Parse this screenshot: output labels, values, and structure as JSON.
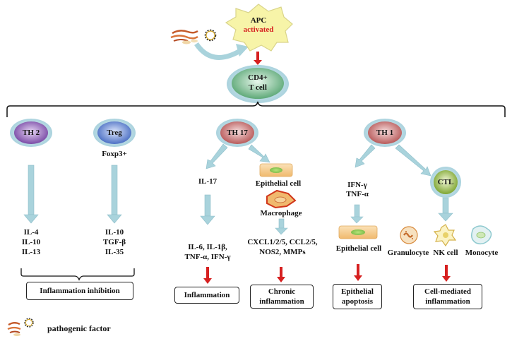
{
  "apc": {
    "line1": "APC",
    "line2": "activated"
  },
  "cd4": {
    "line1": "CD4+",
    "line2": "T cell"
  },
  "cells": {
    "th2": "TH 2",
    "treg": "Treg",
    "th17": "TH 17",
    "th1": "TH 1",
    "ctl": "CTL"
  },
  "labels": {
    "foxp3": "Foxp3+",
    "il17": "IL-17",
    "epithelial_th17": "Epithelial cell",
    "macrophage": "Macrophage",
    "ifn_gamma": "IFN-γ",
    "tnf_alpha": "TNF-α",
    "th2_cytokines": [
      "IL-4",
      "IL-10",
      "IL-13"
    ],
    "treg_cytokines": [
      "IL-10",
      "TGF-β",
      "IL-35"
    ],
    "th17_cytokines": [
      "IL-6, IL-1β,",
      "TNF-α, IFN-γ"
    ],
    "th17_chemokines": [
      "CXCL1/2/5, CCL2/5,",
      "NOS2, MMPs"
    ],
    "epithelial_th1": "Epithelial cell",
    "granulocyte": "Granulocyte",
    "nk_cell": "NK cell",
    "monocyte": "Monocyte"
  },
  "outcomes": {
    "inhibition": "Inflammation inhibition",
    "inflammation": "Inflammation",
    "chronic": [
      "Chronic",
      "inflammation"
    ],
    "apoptosis": [
      "Epithelial",
      "apoptosis"
    ],
    "cell_mediated": [
      "Cell-mediated",
      "inflammation"
    ]
  },
  "legend": {
    "label": "pathogenic factor"
  },
  "colors": {
    "arrow_light": "#a9d3dc",
    "arrow_red": "#d62020",
    "apc_fill": "#f7f4a8",
    "activated_text": "#d62020",
    "cd4_fill": "#8fcfa3",
    "th2_fill": "#9b6cc0",
    "treg_fill": "#6f90d8",
    "th17_fill": "#d07a7a",
    "th1_fill": "#d07a7a",
    "ctl_fill": "#9bc24d",
    "cell_halo": "#b9dce6",
    "epithelial_fill": "#f5c88a"
  }
}
